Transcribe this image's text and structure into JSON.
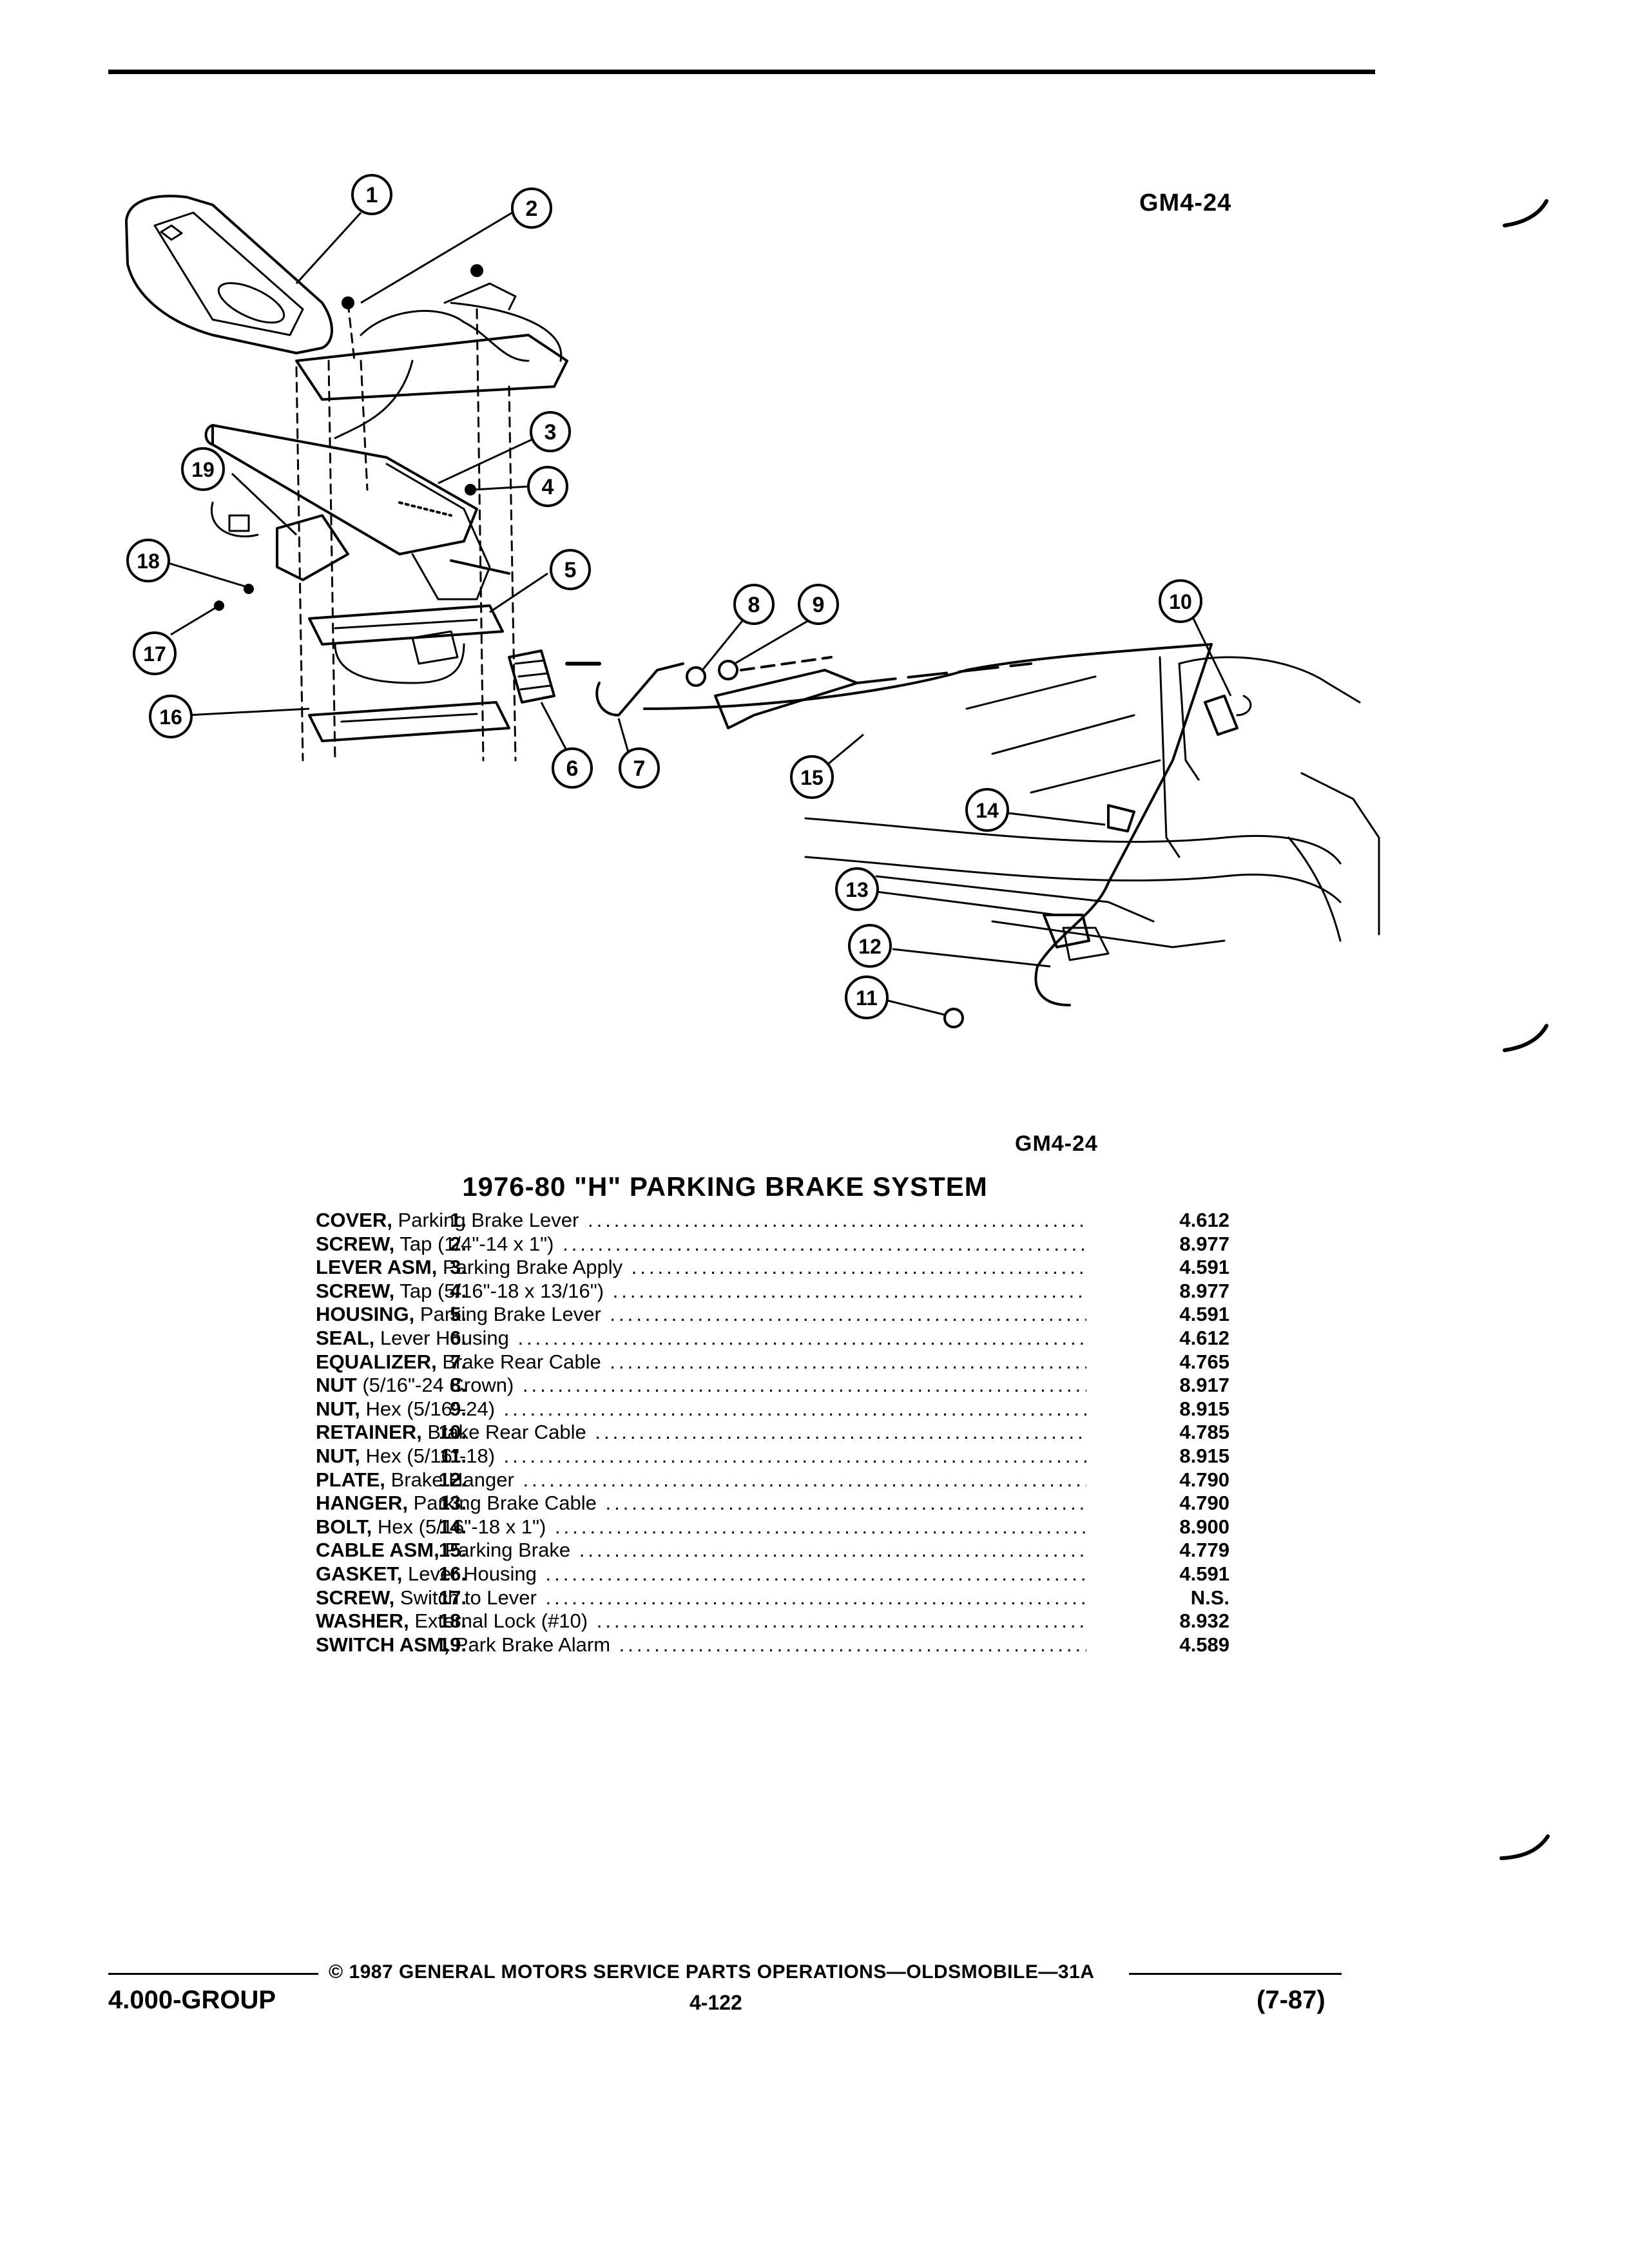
{
  "header": {
    "code_top": "GM4-24",
    "code_bottom": "GM4-24"
  },
  "diagram": {
    "callouts": [
      "1",
      "2",
      "3",
      "4",
      "5",
      "6",
      "7",
      "8",
      "9",
      "10",
      "11",
      "12",
      "13",
      "14",
      "15",
      "16",
      "17",
      "18",
      "19"
    ]
  },
  "title": "1976-80 \"H\" PARKING BRAKE SYSTEM",
  "parts": [
    {
      "num": "1.",
      "name": "COVER,",
      "desc": "Parking Brake Lever",
      "catalog": "4.612"
    },
    {
      "num": "2.",
      "name": "SCREW,",
      "desc": "Tap (1/4\"-14 x 1\")",
      "catalog": "8.977"
    },
    {
      "num": "3.",
      "name": "LEVER ASM,",
      "desc": "Parking Brake Apply",
      "catalog": "4.591"
    },
    {
      "num": "4.",
      "name": "SCREW,",
      "desc": "Tap (5/16\"-18 x 13/16\")",
      "catalog": "8.977"
    },
    {
      "num": "5.",
      "name": "HOUSING,",
      "desc": "Parking Brake Lever",
      "catalog": "4.591"
    },
    {
      "num": "6.",
      "name": "SEAL,",
      "desc": "Lever Housing",
      "catalog": "4.612"
    },
    {
      "num": "7.",
      "name": "EQUALIZER,",
      "desc": "Brake Rear Cable",
      "catalog": "4.765"
    },
    {
      "num": "8.",
      "name": "NUT",
      "desc": "(5/16\"-24 Crown)",
      "catalog": "8.917"
    },
    {
      "num": "9.",
      "name": "NUT,",
      "desc": "Hex (5/16\"-24)",
      "catalog": "8.915"
    },
    {
      "num": "10.",
      "name": "RETAINER,",
      "desc": "Brake Rear Cable",
      "catalog": "4.785"
    },
    {
      "num": "11.",
      "name": "NUT,",
      "desc": "Hex (5/16\"-18)",
      "catalog": "8.915"
    },
    {
      "num": "12.",
      "name": "PLATE,",
      "desc": "Brake Hanger",
      "catalog": "4.790"
    },
    {
      "num": "13.",
      "name": "HANGER,",
      "desc": "Parking Brake Cable",
      "catalog": "4.790"
    },
    {
      "num": "14.",
      "name": "BOLT,",
      "desc": "Hex (5/16\"-18 x 1\")",
      "catalog": "8.900"
    },
    {
      "num": "15.",
      "name": "CABLE ASM,",
      "desc": "Parking Brake",
      "catalog": "4.779"
    },
    {
      "num": "16.",
      "name": "GASKET,",
      "desc": "Lever Housing",
      "catalog": "4.591"
    },
    {
      "num": "17.",
      "name": "SCREW,",
      "desc": "Switch to Lever",
      "catalog": "N.S."
    },
    {
      "num": "18.",
      "name": "WASHER,",
      "desc": "External Lock (#10)",
      "catalog": "8.932"
    },
    {
      "num": "19.",
      "name": "SWITCH ASM,",
      "desc": "Park Brake Alarm",
      "catalog": "4.589"
    }
  ],
  "footer": {
    "copyright": "© 1987 GENERAL MOTORS SERVICE PARTS OPERATIONS—OLDSMOBILE—31A",
    "group": "4.000-GROUP",
    "page": "4-122",
    "revision": "(7-87)"
  }
}
